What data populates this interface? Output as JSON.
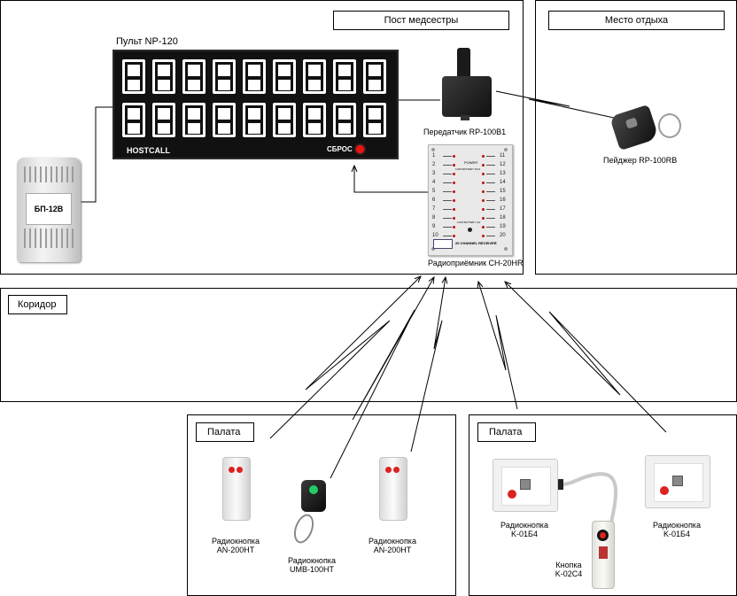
{
  "zones": {
    "nurse_post": "Пост медсестры",
    "rest_place": "Место отдыха",
    "corridor": "Коридор",
    "ward_left": "Палата",
    "ward_right": "Палата"
  },
  "devices": {
    "panel_title": "Пульт NP-120",
    "panel_brand": "HOSTCALL",
    "panel_reset": "СБРОС",
    "psu_label": "БП-12В",
    "transmitter": "Передатчик RP-100B1",
    "pager": "Пейджер RP-100RB",
    "receiver": "Радиоприёмник CH-20HR",
    "receiver_channels_left": [
      "1",
      "2",
      "3",
      "4",
      "5",
      "6",
      "7",
      "8",
      "9",
      "10"
    ],
    "receiver_channels_right": [
      "11",
      "12",
      "13",
      "14",
      "15",
      "16",
      "17",
      "18",
      "19",
      "20"
    ],
    "receiver_caption": "20 CHANNEL RECEIVER",
    "receiver_power": "POWER",
    "receiver_low1": "LOW BATTERY NO1",
    "receiver_low2": "LOW BATTERY CH",
    "an200_left_line1": "Радиокнопка",
    "an200_left_line2": "AN-200HT",
    "umb_line1": "Радиокнопка",
    "umb_line2": "UMB-100HT",
    "an200_right_line1": "Радиокнопка",
    "an200_right_line2": "AN-200HT",
    "k01_left_line1": "Радиокнопка",
    "k01_left_line2": "K-01Б4",
    "k02_line1": "Кнопка",
    "k02_line2": "K-02C4",
    "k01_right_line1": "Радиокнопка",
    "k01_right_line2": "K-01Б4"
  },
  "colors": {
    "line": "#000000",
    "panel": "#111111",
    "button_red": "#dd2222"
  }
}
